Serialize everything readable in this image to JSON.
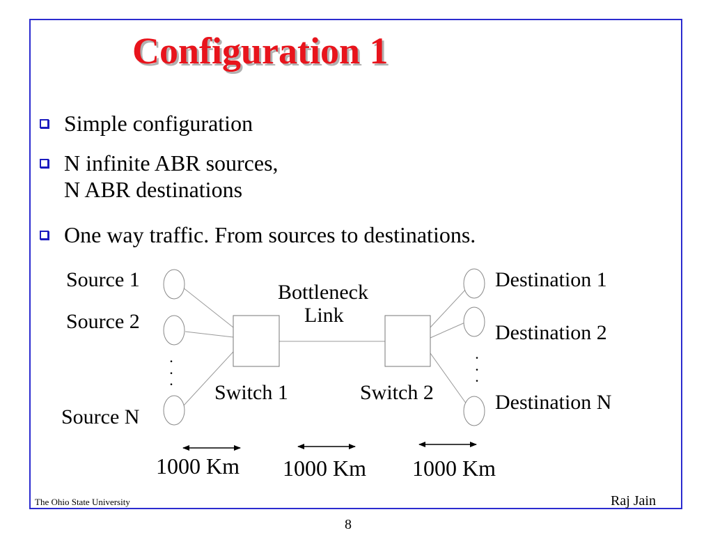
{
  "slide": {
    "title": "Configuration 1",
    "bullets": [
      {
        "lines": [
          "Simple configuration"
        ]
      },
      {
        "lines": [
          "N infinite ABR sources,",
          "N ABR destinations"
        ]
      },
      {
        "lines": [
          "One way traffic. From sources to destinations."
        ]
      }
    ]
  },
  "diagram": {
    "sources": [
      "Source 1",
      "Source 2",
      "Source N"
    ],
    "destinations": [
      "Destination 1",
      "Destination 2",
      "Destination N"
    ],
    "switches": [
      "Switch 1",
      "Switch 2"
    ],
    "bottleneck_label": [
      "Bottleneck",
      "Link"
    ],
    "ellipsis": ".\n.\n.",
    "distances": [
      "1000 Km",
      "1000 Km",
      "1000 Km"
    ]
  },
  "footer": {
    "institution": "The Ohio State University",
    "author": "Raj Jain",
    "page_number": "8"
  },
  "colors": {
    "frame": "#2b2bcf",
    "title": "#e8141c",
    "bullet_box": "#1b1bbf"
  }
}
